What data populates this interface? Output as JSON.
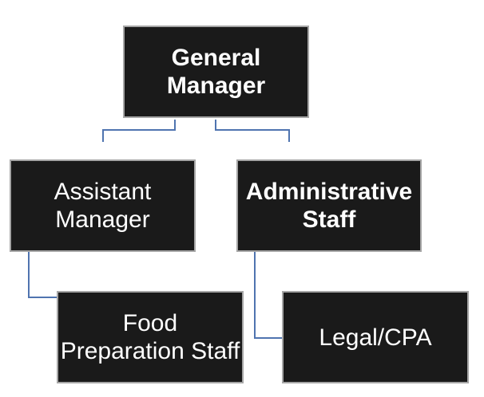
{
  "org_chart": {
    "nodes": [
      {
        "id": "general-manager",
        "label": "General Manager",
        "lines": [
          "General",
          "Manager"
        ],
        "bold": true
      },
      {
        "id": "assistant-manager",
        "label": "Assistant Manager",
        "lines": [
          "Assistant",
          "Manager"
        ],
        "bold": false
      },
      {
        "id": "administrative-staff",
        "label": "Administrative Staff",
        "lines": [
          "Administrative",
          "Staff"
        ],
        "bold": true
      },
      {
        "id": "food-preparation-staff",
        "label": "Food Preparation Staff",
        "lines": [
          "Food",
          "Preparation Staff"
        ],
        "bold": false
      },
      {
        "id": "legal-cpa",
        "label": "Legal/CPA",
        "lines": [
          "Legal/CPA"
        ],
        "bold": false
      }
    ],
    "edges": [
      {
        "from": "general-manager",
        "to": "assistant-manager"
      },
      {
        "from": "general-manager",
        "to": "administrative-staff"
      },
      {
        "from": "assistant-manager",
        "to": "food-preparation-staff"
      },
      {
        "from": "administrative-staff",
        "to": "legal-cpa"
      }
    ],
    "colors": {
      "background": "#ffffff",
      "box_fill": "#1a1a1a",
      "box_border": "#a6a6a6",
      "box_text": "#ffffff",
      "connector": "#4f74b0"
    }
  }
}
